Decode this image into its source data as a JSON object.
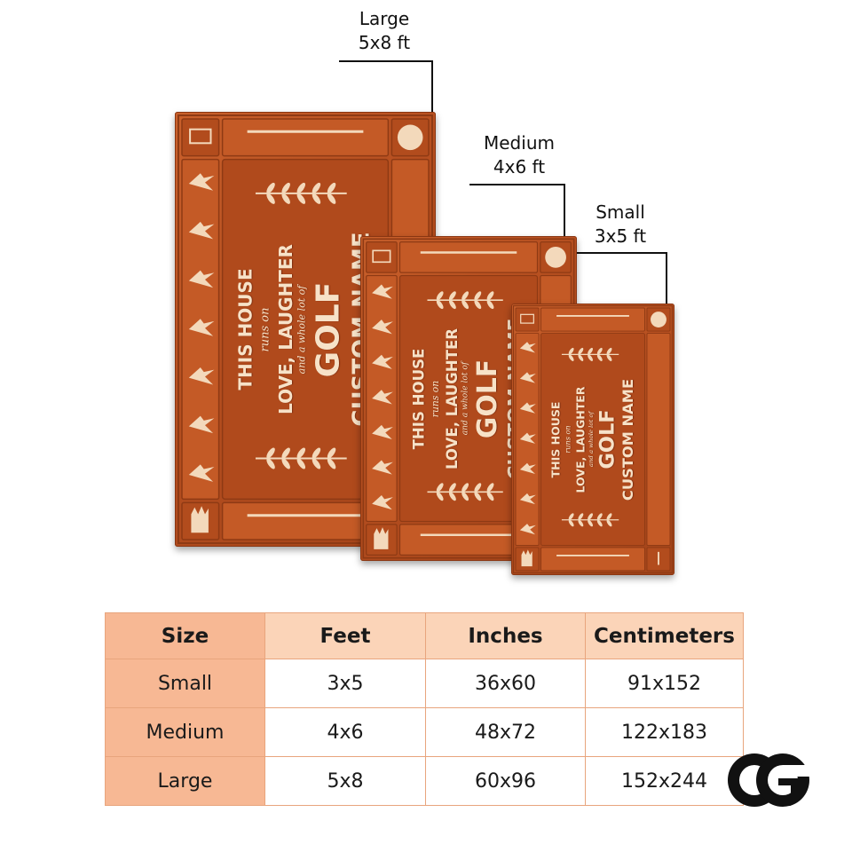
{
  "callouts": {
    "large": {
      "name": "Large",
      "dims": "5x8 ft"
    },
    "medium": {
      "name": "Medium",
      "dims": "4x6 ft"
    },
    "small": {
      "name": "Small",
      "dims": "3x5 ft"
    }
  },
  "rug": {
    "line1": "THIS HOUSE",
    "line2": "runs on",
    "line3": "LOVE, LAUGHTER",
    "line4": "and a whole lot of",
    "line5": "GOLF",
    "line6": "CUSTOM NAME"
  },
  "table": {
    "headers": [
      "Size",
      "Feet",
      "Inches",
      "Centimeters"
    ],
    "rows": [
      [
        "Small",
        "3x5",
        "36x60",
        "91x152"
      ],
      [
        "Medium",
        "4x6",
        "48x72",
        "122x183"
      ],
      [
        "Large",
        "5x8",
        "60x96",
        "152x244"
      ]
    ]
  },
  "colors": {
    "rug": "#b54e1f",
    "table_header": "#fbd4b8",
    "table_rowhead": "#f7b894",
    "table_border": "#e8a57d"
  },
  "icons": [
    "golf-cart-icon",
    "golf-club-icon",
    "golf-ball-icon",
    "golf-glove-icon",
    "golfer-silhouette-icon",
    "laurel-branch-icon"
  ]
}
